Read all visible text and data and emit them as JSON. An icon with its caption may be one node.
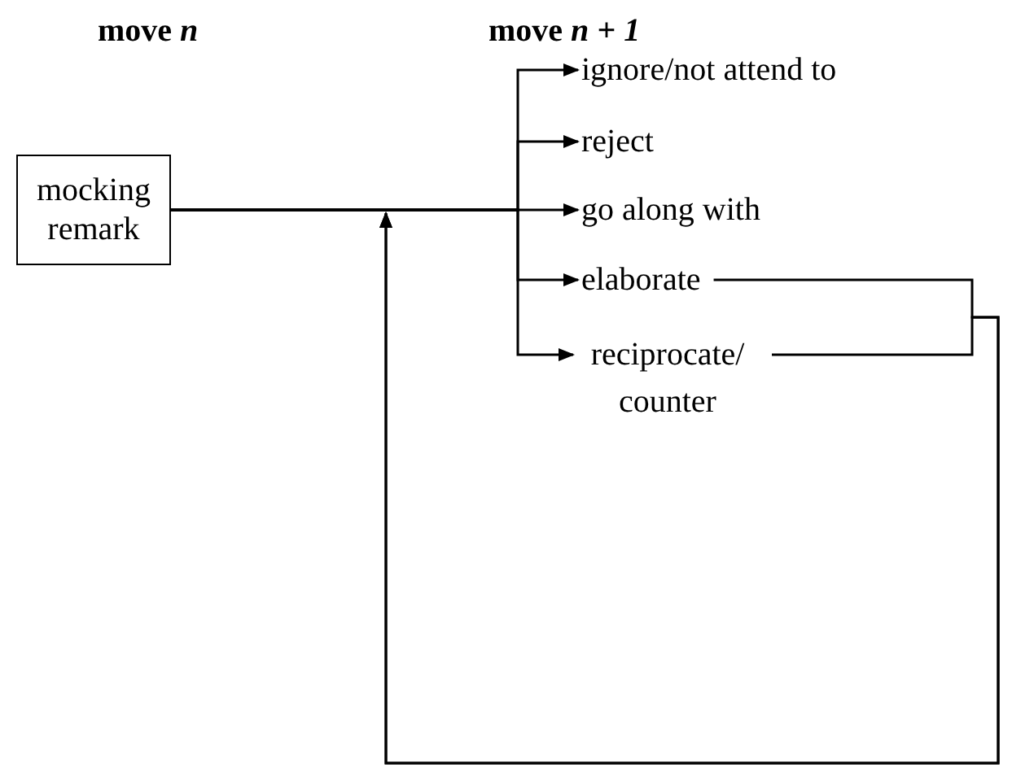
{
  "diagram": {
    "nodes": [
      {
        "text": [
          "mocking remark"
        ]
      },
      {
        "text": [
          "ignore/not attend to"
        ]
      },
      {
        "text": [
          "reject"
        ]
      },
      {
        "text": [
          "go along with"
        ]
      },
      {
        "text": [
          "elaborate"
        ]
      },
      {
        "text": [
          "reciprocate/ counter"
        ]
      }
    ],
    "edges": [
      {
        "from": 0,
        "to": 1,
        "arrow": "to"
      },
      {
        "from": 0,
        "to": 2,
        "arrow": "to"
      },
      {
        "from": 0,
        "to": 3,
        "arrow": "to"
      },
      {
        "from": 0,
        "to": 4,
        "arrow": "to"
      },
      {
        "from": 0,
        "to": 5,
        "arrow": "to"
      },
      {
        "from": 4,
        "to": null,
        "arrow": "to"
      },
      {
        "from": 5,
        "to": null,
        "arrow": "to"
      }
    ],
    "labels": [
      "move *n*",
      "move *n + 1*"
    ]
  }
}
